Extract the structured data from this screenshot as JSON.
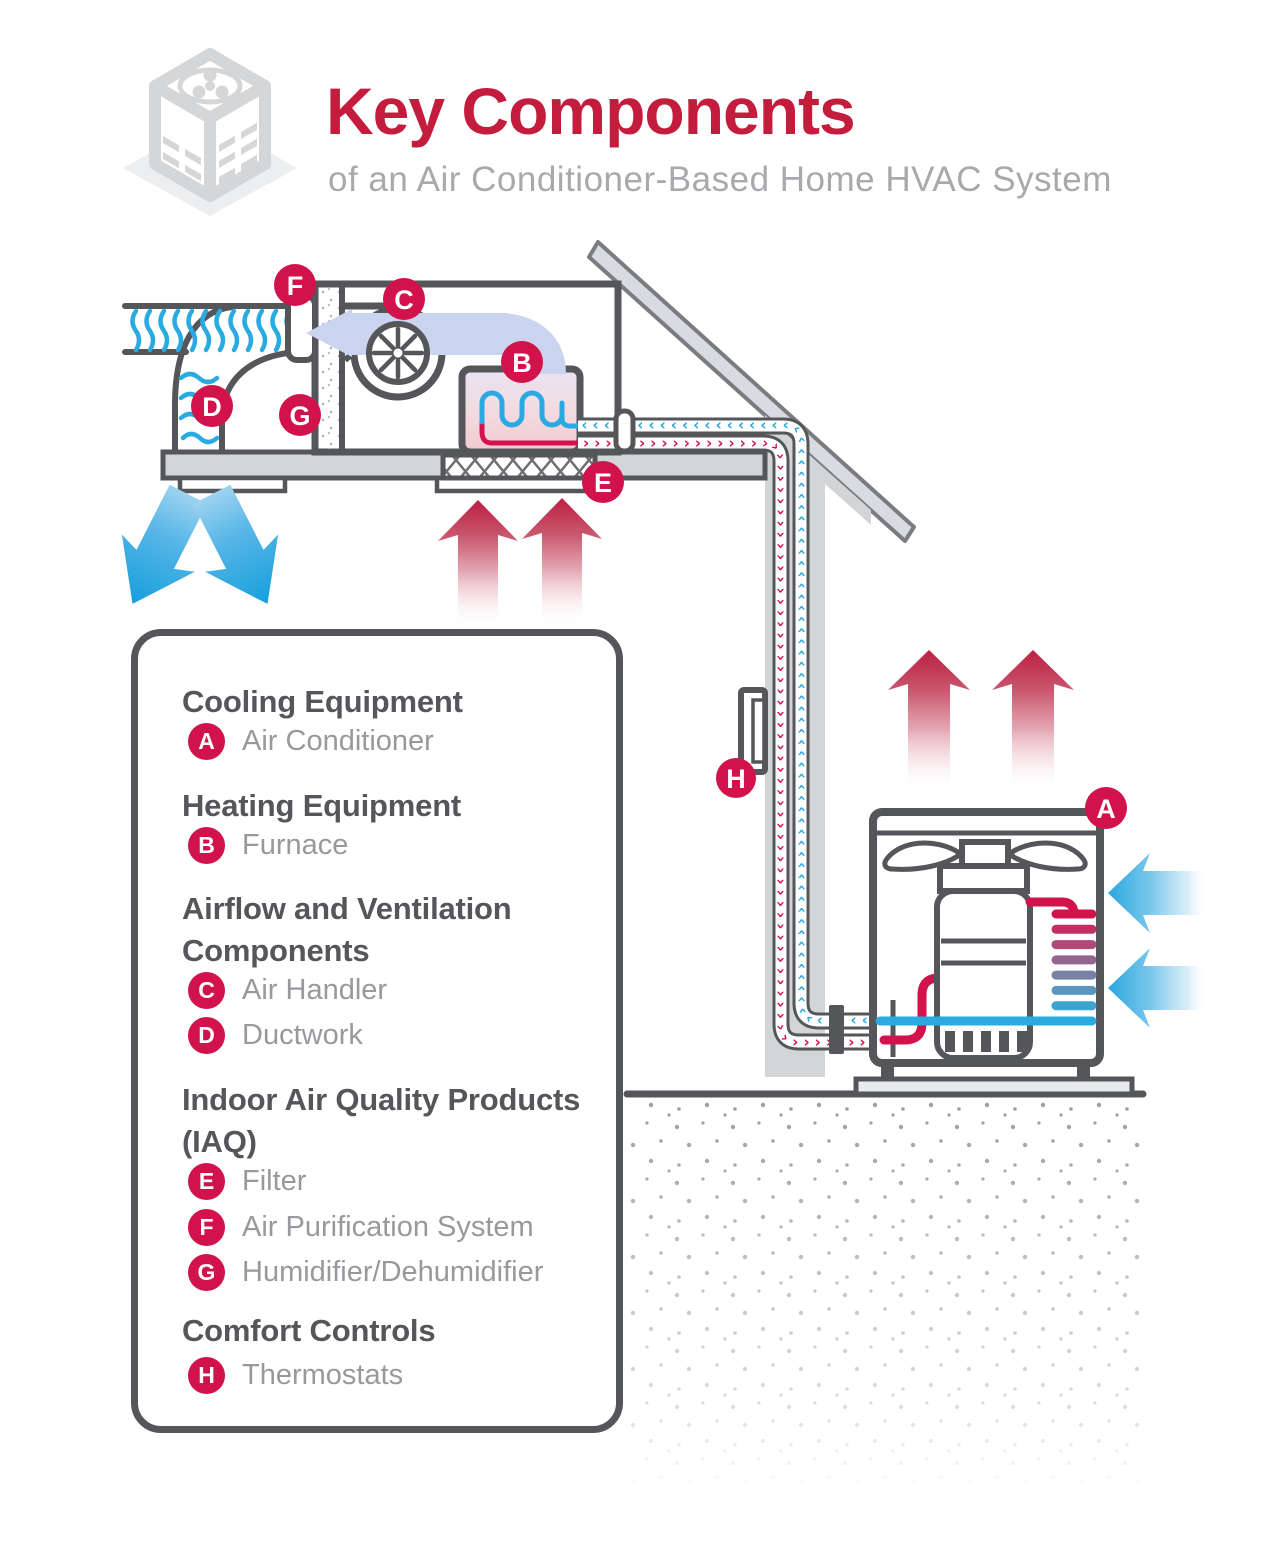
{
  "header": {
    "title": "Key Components",
    "subtitle": "of an Air Conditioner-Based Home HVAC System"
  },
  "legend": {
    "sections": [
      {
        "heading": "Cooling Equipment",
        "items": [
          {
            "letter": "A",
            "label": "Air Conditioner"
          }
        ]
      },
      {
        "heading": "Heating Equipment",
        "items": [
          {
            "letter": "B",
            "label": "Furnace"
          }
        ]
      },
      {
        "heading": "Airflow and Ventilation Components",
        "items": [
          {
            "letter": "C",
            "label": "Air Handler"
          },
          {
            "letter": "D",
            "label": "Ductwork"
          }
        ]
      },
      {
        "heading": "Indoor Air Quality Products (IAQ)",
        "items": [
          {
            "letter": "E",
            "label": "Filter"
          },
          {
            "letter": "F",
            "label": "Air Purification System"
          },
          {
            "letter": "G",
            "label": "Humidifier/Dehumidifier"
          }
        ]
      },
      {
        "heading": "Comfort Controls",
        "items": [
          {
            "letter": "H",
            "label": "Thermostats"
          }
        ]
      }
    ]
  },
  "diagram": {
    "badges": [
      {
        "letter": "A"
      },
      {
        "letter": "B"
      },
      {
        "letter": "C"
      },
      {
        "letter": "D"
      },
      {
        "letter": "E"
      },
      {
        "letter": "F"
      },
      {
        "letter": "G"
      },
      {
        "letter": "H"
      }
    ]
  },
  "decor": {
    "pipe_chevrons_hot": "››››››››››››››››››››››››››››››››››››››››››››››››››››››››››››››››››››››››››››››››››››››››››",
    "pipe_chevrons_cold": "››››››››››››››››››››››››››››››››››››››››››››››››››››››››››››››››››››››››››››››››››››››››››"
  },
  "colors": {
    "brand_red": "#C41C3C",
    "badge_red": "#D2124A",
    "flow_blue": "#29A8E0",
    "dark_gray": "#55565A",
    "mid_gray": "#97999C",
    "light_gray": "#D2D4D6",
    "lavender_air": "#CBD4EE"
  }
}
